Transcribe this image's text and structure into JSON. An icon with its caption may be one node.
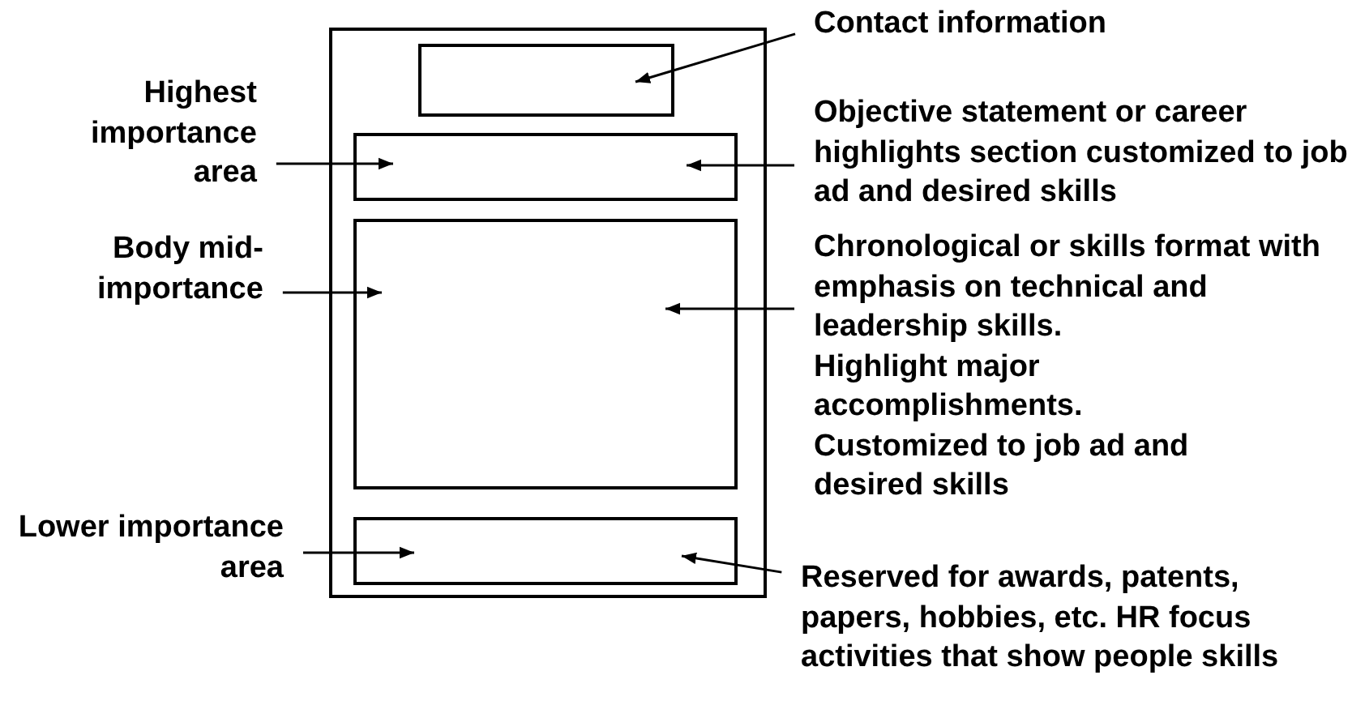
{
  "diagram": {
    "nodes": [
      {
        "text": [],
        "shape": "box"
      },
      {
        "text": [],
        "shape": "box",
        "in": 0
      },
      {
        "text": [],
        "shape": "box",
        "in": 0
      },
      {
        "text": [],
        "shape": "box",
        "in": 0
      },
      {
        "text": [],
        "shape": "box",
        "in": 0
      },
      {
        "text": [
          "Contact information"
        ]
      },
      {
        "text": [
          "Highest importance area"
        ]
      },
      {
        "text": [
          "Objective statement or career highlights section customized to job ad and desired skills"
        ]
      },
      {
        "text": [
          "Body mid-importance"
        ]
      },
      {
        "text": [
          "Chronological or skills format with emphasis on technical and leadership skills.",
          "Highlight major accomplishments.",
          "Customized to job ad and desired skills"
        ]
      },
      {
        "text": [
          "Lower importance area"
        ]
      },
      {
        "text": [
          "Reserved for awards, patents, papers, hobbies, etc. HR focus activities that show people skills"
        ]
      }
    ],
    "edges": [
      {
        "from": 5,
        "to": 1,
        "arrow": "to"
      },
      {
        "from": 6,
        "to": 2,
        "arrow": "to"
      },
      {
        "from": 7,
        "to": 2,
        "arrow": "to"
      },
      {
        "from": 8,
        "to": 3,
        "arrow": "to"
      },
      {
        "from": 9,
        "to": 3,
        "arrow": "to"
      },
      {
        "from": 10,
        "to": 4,
        "arrow": "to"
      },
      {
        "from": 11,
        "to": 4,
        "arrow": "to"
      }
    ]
  }
}
